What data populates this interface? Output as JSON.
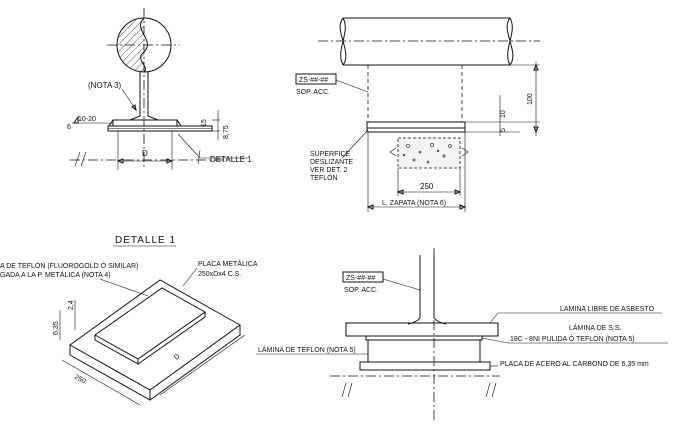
{
  "labels": {
    "nota3": "(NOTA 3)",
    "dim_10_20": "10-20",
    "dim_6": "6",
    "dim_15": "15",
    "dim_8_75": "8,75",
    "dim_D": "D",
    "detalle1_ref": "DETALLE 1",
    "tag_zs": "ZS-##-##",
    "sop_acc": "SOP. ACC.",
    "dim_10": "10",
    "dim_100": "100",
    "dim_5": "5",
    "superficie_1": "SUPERFICE",
    "superficie_2": "DESLIZANTE",
    "superficie_3": "VER DET. 2",
    "superficie_4": "TEFLÓN",
    "dim_250": "250",
    "l_zapata": "L. ZAPATA (NOTA 6)",
    "detalle1_title": "DETALLE 1",
    "teflon_1": "A DE TEFLÓN (FLUOROGOLD Ó SIMILAR)",
    "teflon_2": "GADA A LA P. METÁLICA (NOTA 4)",
    "placa_metalica_1": "PLACA METÁLICA",
    "placa_metalica_2": "250xDx4 C.S.",
    "dim_2_4": "2,4",
    "dim_6_35": "6,35",
    "dim_D_iso": "D",
    "dim_250_iso": "250",
    "tag_zs_2": "ZS-##-##",
    "sop_acc_2": "SOP. ACC.",
    "lamina_asbesto": "LAMINA LIBRE DE ASBESTO",
    "lamina_ss_1": "LÁMINA DE S.S.",
    "lamina_ss_2": "18C - 8NI PULIDA Ó TEFLÓN (NOTA 5)",
    "lamina_teflon": "LÁMINA DE TEFLON (NOTA 5)",
    "placa_acero": "PLACA DE ACERO AL CARBONO DE 6,35 mm"
  }
}
